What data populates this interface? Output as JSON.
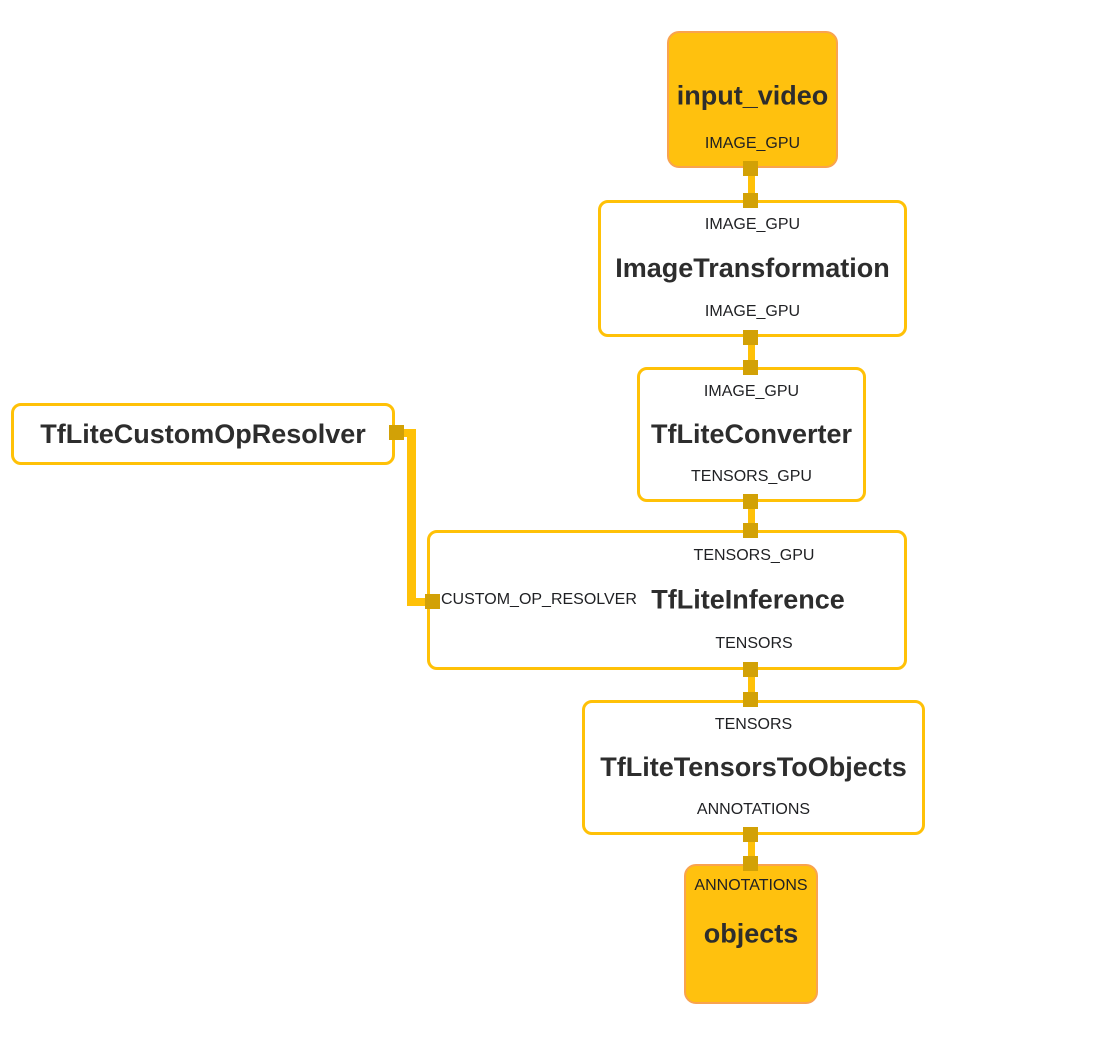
{
  "graph": {
    "colors": {
      "edge": "#FFC107",
      "port": "#D2A106",
      "io_node_fill": "#FFC10E",
      "io_node_border": "#F9A34F",
      "calculator_node_border": "#FFC107",
      "calculator_node_fill": "#FFFFFF",
      "text": "#2D2D2D"
    },
    "nodes": [
      {
        "id": "input_video",
        "type": "io_source",
        "title": "input_video",
        "output_label": "IMAGE_GPU"
      },
      {
        "id": "image_transformation",
        "type": "calculator",
        "title": "ImageTransformation",
        "input_label": "IMAGE_GPU",
        "output_label": "IMAGE_GPU"
      },
      {
        "id": "tflite_converter",
        "type": "calculator",
        "title": "TfLiteConverter",
        "input_label": "IMAGE_GPU",
        "output_label": "TENSORS_GPU"
      },
      {
        "id": "tflite_custom_op_resolver",
        "type": "calculator",
        "title": "TfLiteCustomOpResolver"
      },
      {
        "id": "tflite_inference",
        "type": "calculator",
        "title": "TfLiteInference",
        "input_label": "TENSORS_GPU",
        "side_input_label": "CUSTOM_OP_RESOLVER",
        "output_label": "TENSORS"
      },
      {
        "id": "tflite_tensors_to_objects",
        "type": "calculator",
        "title": "TfLiteTensorsToObjects",
        "input_label": "TENSORS",
        "output_label": "ANNOTATIONS"
      },
      {
        "id": "objects",
        "type": "io_sink",
        "title": "objects",
        "input_label": "ANNOTATIONS"
      }
    ],
    "edges": [
      {
        "from": "input_video",
        "to": "image_transformation",
        "stream": "IMAGE_GPU"
      },
      {
        "from": "image_transformation",
        "to": "tflite_converter",
        "stream": "IMAGE_GPU"
      },
      {
        "from": "tflite_converter",
        "to": "tflite_inference",
        "stream": "TENSORS_GPU"
      },
      {
        "from": "tflite_custom_op_resolver",
        "to": "tflite_inference",
        "stream": "CUSTOM_OP_RESOLVER"
      },
      {
        "from": "tflite_inference",
        "to": "tflite_tensors_to_objects",
        "stream": "TENSORS"
      },
      {
        "from": "tflite_tensors_to_objects",
        "to": "objects",
        "stream": "ANNOTATIONS"
      }
    ]
  }
}
